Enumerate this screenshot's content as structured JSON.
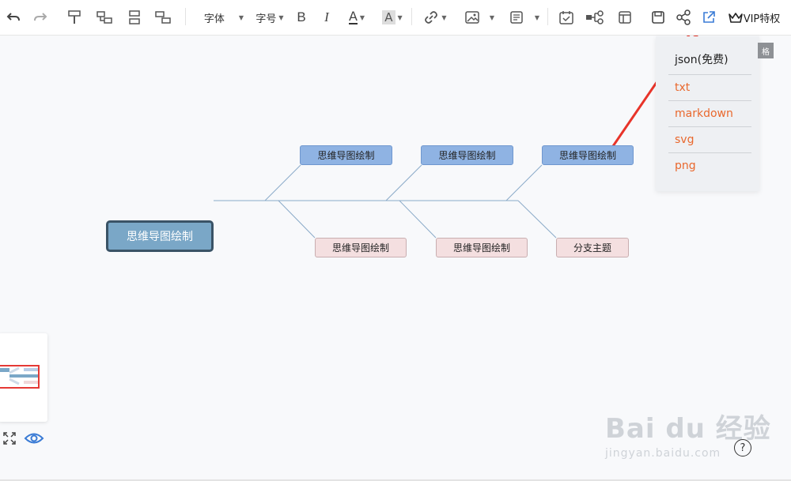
{
  "toolbar": {
    "font_label": "字体",
    "size_label": "字号",
    "bold_label": "B",
    "italic_label": "I",
    "font_color_label": "A",
    "highlight_label": "A",
    "vip_label": "VIP特权",
    "accent": "#3a7bd5"
  },
  "mindmap": {
    "root": "思维导图绘制",
    "top_nodes": [
      "思维导图绘制",
      "思维导图绘制",
      "思维导图绘制"
    ],
    "bottom_nodes": [
      "思维导图绘制",
      "思维导图绘制",
      "分支主题"
    ],
    "colors": {
      "top_fill": "#8fb3e3",
      "bottom_fill": "#f4dfe0",
      "root_fill": "#7aa7c7",
      "line": "#8aaac8"
    }
  },
  "export_menu": {
    "items": [
      "json(免费)",
      "txt",
      "markdown",
      "svg",
      "png"
    ],
    "option_color": "#e9682d"
  },
  "side_tag": "格",
  "help": "?",
  "watermark": {
    "brand": "Bai du 经验",
    "url": "jingyan.baidu.com"
  }
}
